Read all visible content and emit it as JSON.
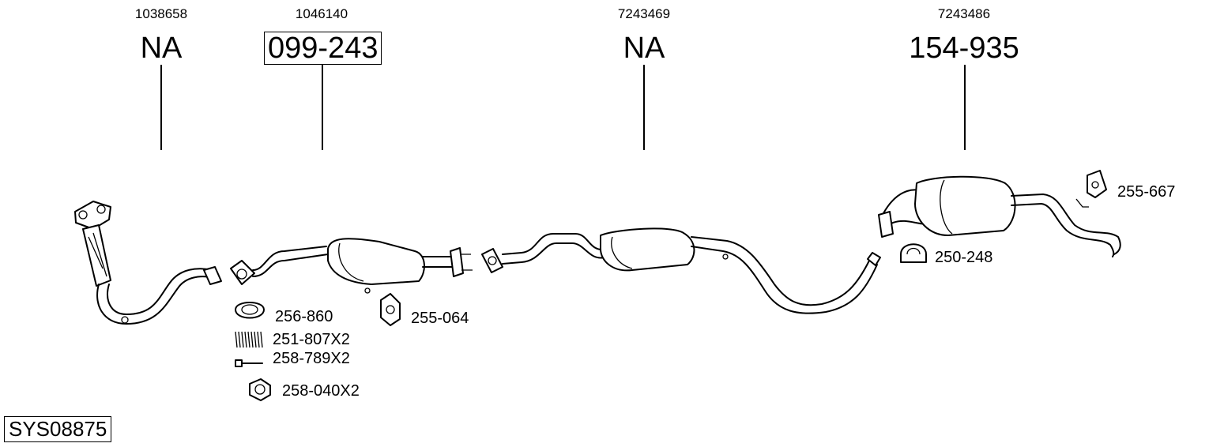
{
  "references": [
    {
      "oe": "1038658",
      "part": "NA"
    },
    {
      "oe": "1046140",
      "part": "099-243"
    },
    {
      "oe": "7243469",
      "part": "NA"
    },
    {
      "oe": "7243486",
      "part": "154-935"
    }
  ],
  "parts": {
    "gasket": "256-860",
    "spring": "251-807X2",
    "bolt": "258-789X2",
    "nut": "258-040X2",
    "rubber_mount_front": "255-064",
    "rubber_mount_rear": "255-667",
    "clamp": "250-248"
  },
  "system_code": "SYS08875"
}
